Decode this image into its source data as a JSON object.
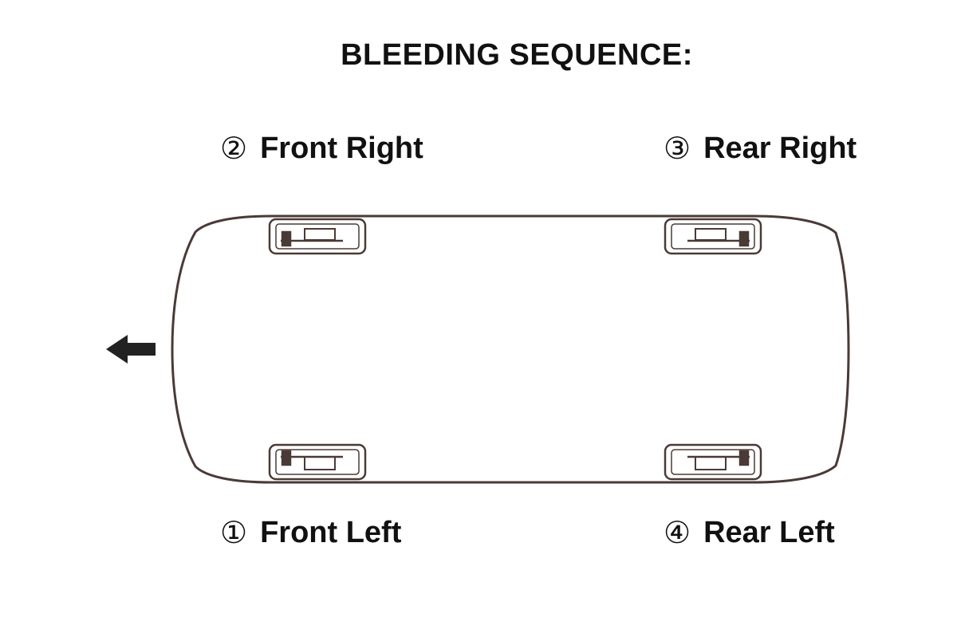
{
  "title": "BLEEDING SEQUENCE:",
  "wheels": [
    {
      "number": "①",
      "label": "Front Left"
    },
    {
      "number": "②",
      "label": "Front Right"
    },
    {
      "number": "③",
      "label": "Rear Right"
    },
    {
      "number": "④",
      "label": "Rear Left"
    }
  ],
  "colors": {
    "outline": "#4a3a36",
    "arrow": "#222222",
    "text": "#111111"
  },
  "icons": {
    "direction": "arrow-left-icon"
  }
}
